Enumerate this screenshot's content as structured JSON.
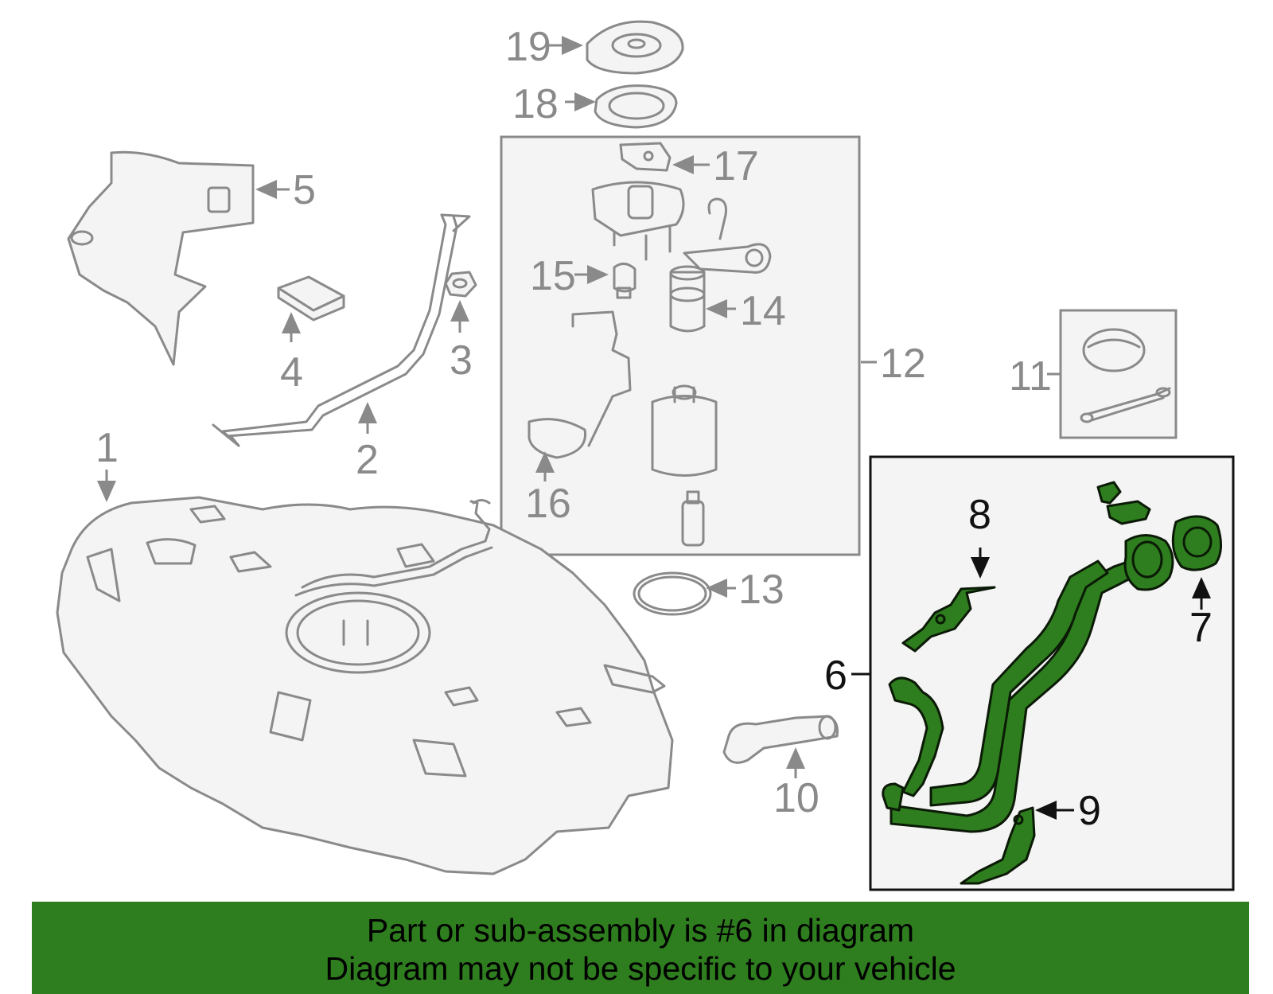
{
  "callouts": {
    "c1": "1",
    "c2": "2",
    "c3": "3",
    "c4": "4",
    "c5": "5",
    "c6": "6",
    "c7": "7",
    "c8": "8",
    "c9": "9",
    "c10": "10",
    "c11": "11",
    "c12": "12",
    "c13": "13",
    "c14": "14",
    "c15": "15",
    "c16": "16",
    "c17": "17",
    "c18": "18",
    "c19": "19"
  },
  "highlighted_part": "6",
  "banner": {
    "line1": "Part or sub-assembly is #6 in diagram",
    "line2": "Diagram may not be specific to your vehicle"
  },
  "colors": {
    "highlight": "#2e7d1e",
    "outline_grey": "#8a8a8a",
    "box_panel": "#f4f4f4"
  }
}
